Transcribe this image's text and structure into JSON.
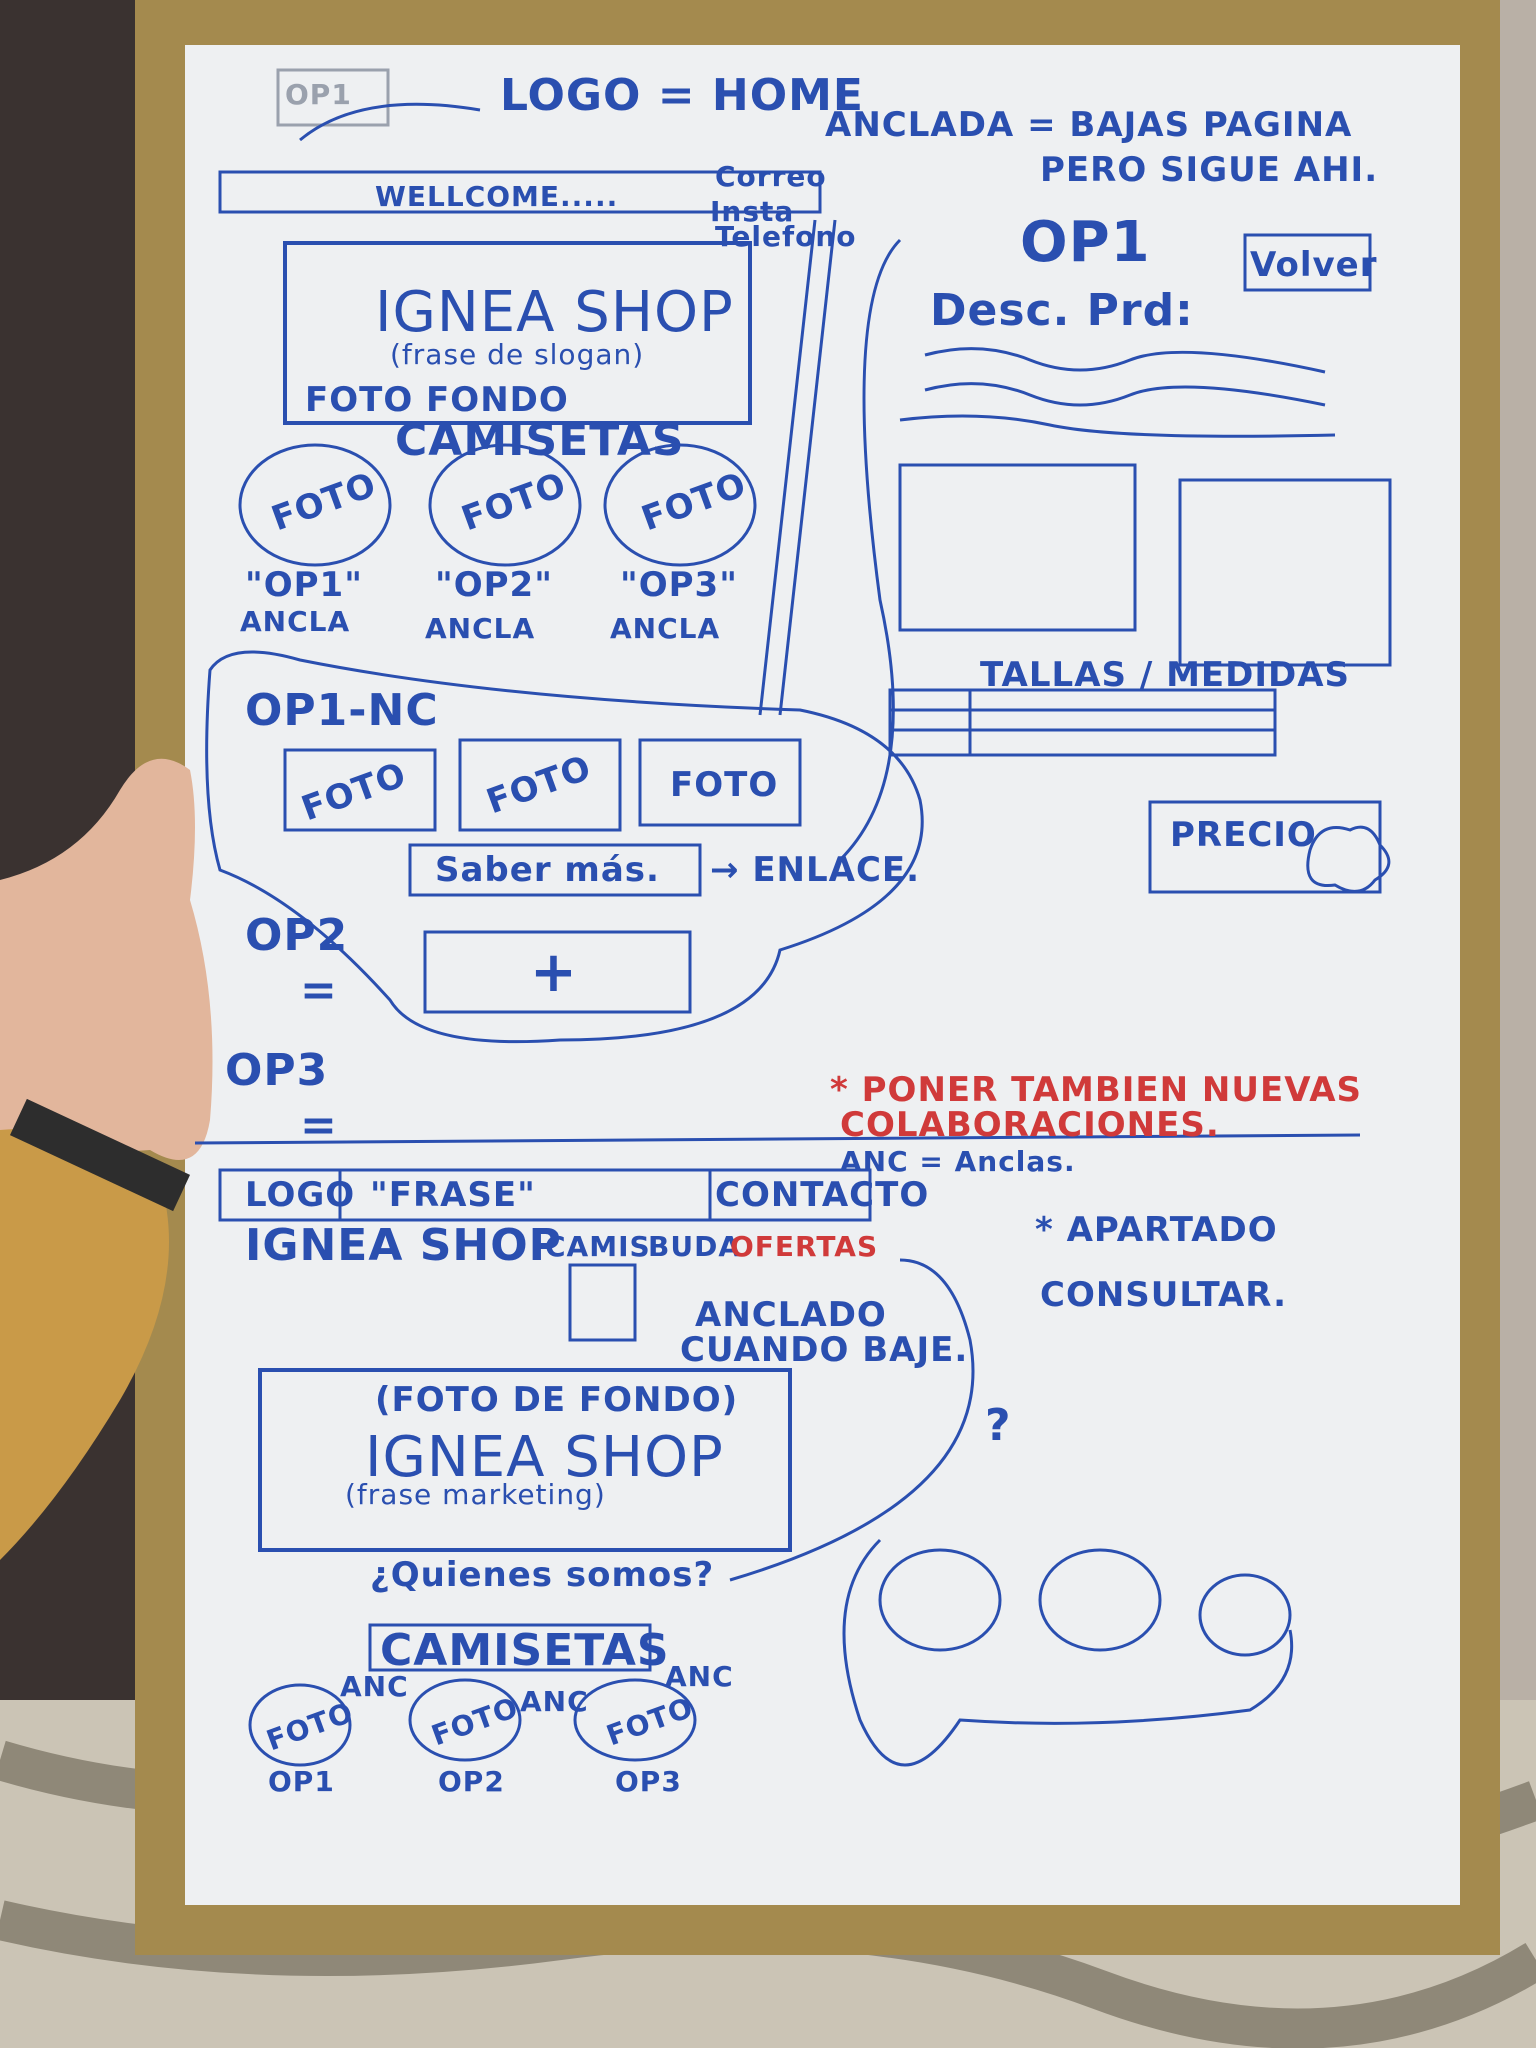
{
  "board": {
    "top_section": {
      "op1_tag": "OP1",
      "logo_note": "LOGO = HOME",
      "anchored_note_line1": "ANCLADA = BAJAS PAGINA",
      "anchored_note_line2": "PERO SIGUE AHI.",
      "social_labels": [
        "Correo",
        "Insta",
        "Telefono"
      ],
      "topbar_text": "WELLCOME.....",
      "hero_title": "IGNEA SHOP",
      "hero_sub": "(frase de slogan)",
      "hero_bg": "FOTO FONDO",
      "section_title": "CAMISETAS",
      "products": [
        {
          "photo": "FOTO",
          "name": "\"OP1\"",
          "anchor": "ANCLA"
        },
        {
          "photo": "FOTO",
          "name": "\"OP2\"",
          "anchor": "ANCLA"
        },
        {
          "photo": "FOTO",
          "name": "\"OP3\"",
          "anchor": "ANCLA"
        }
      ],
      "op1_nc": "OP1-NC",
      "op1_photos": [
        "FOTO",
        "FOTO",
        "FOTO"
      ],
      "saber_mas": "Saber más.",
      "enlace": "→ ENLACE.",
      "op2": "OP2",
      "op3": "OP3",
      "equals": "="
    },
    "detail_section": {
      "title": "OP1",
      "back_button": "Volver",
      "desc": "Desc. Prd:",
      "tallas": "TALLAS / MEDIDAS",
      "precio": "PRECIO"
    },
    "notes": {
      "red_note_line1": "* PONER TAMBIEN NUEVAS",
      "red_note_line2": "COLABORACIONES.",
      "anc_note": "ANC = Anclas.",
      "apartado_note": "* APARTADO",
      "consultar": "CONSULTAR."
    },
    "bottom_section": {
      "logo_box": "LOGO",
      "frase_box": "\"FRASE\"",
      "contacto_box": "CONTACTO",
      "brand": "IGNEA SHOP",
      "nav_items": [
        "CAMIS",
        "BUDA",
        "OFERTAS"
      ],
      "anclado_line1": "ANCLADO",
      "anclado_line2": "CUANDO BAJE.",
      "hero_bg": "(FOTO DE FONDO)",
      "hero_title": "IGNEA SHOP",
      "hero_sub": "(frase marketing)",
      "quienes": "¿Quienes somos?",
      "section_title": "CAMISETAS",
      "products": [
        {
          "photo": "FOTO",
          "anc": "ANC",
          "name": "OP1"
        },
        {
          "photo": "FOTO",
          "anc": "ANC",
          "name": "OP2"
        },
        {
          "photo": "FOTO",
          "anc": "ANC",
          "name": "OP3"
        }
      ],
      "question": "?"
    }
  },
  "colors": {
    "marker_blue": "#2a4fb0",
    "marker_red": "#d03a3a",
    "board_white": "#eef0f2",
    "frame_gold": "#a48a4e"
  }
}
